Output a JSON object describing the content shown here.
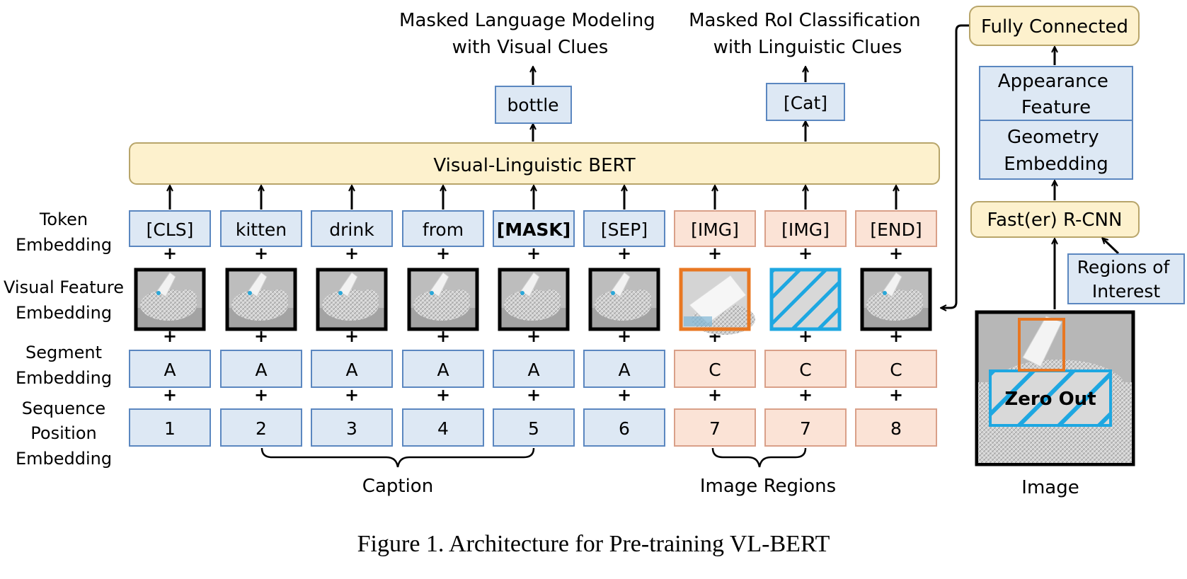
{
  "tokens": [
    "[CLS]",
    "kitten",
    "drink",
    "from",
    "[MASK]",
    "[SEP]",
    "[IMG]",
    "[IMG]",
    "[END]"
  ],
  "segments": [
    "A",
    "A",
    "A",
    "A",
    "A",
    "A",
    "C",
    "C",
    "C"
  ],
  "positions": [
    "1",
    "2",
    "3",
    "4",
    "5",
    "6",
    "7",
    "7",
    "8"
  ],
  "token_kinds": [
    "text",
    "text",
    "text",
    "text",
    "text",
    "text",
    "image",
    "image",
    "image"
  ],
  "visual_kinds": [
    "full",
    "full",
    "full",
    "full",
    "full",
    "full",
    "roi-orange",
    "roi-blue-hatched",
    "full"
  ],
  "plus_sign": "+",
  "row_labels": {
    "token": [
      "Token",
      "Embedding"
    ],
    "visual": [
      "Visual Feature",
      "Embedding"
    ],
    "segment": [
      "Segment",
      "Embedding"
    ],
    "sequence": [
      "Sequence",
      "Position",
      "Embedding"
    ]
  },
  "bert_label": "Visual-Linguistic BERT",
  "outputs": {
    "mlm_box": "bottle",
    "mlm_title": [
      "Masked Language Modeling",
      "with Visual Clues"
    ],
    "mrc_box": "[Cat]",
    "mrc_title": [
      "Masked RoI Classification",
      "with Linguistic Clues"
    ]
  },
  "groups": {
    "caption": "Caption",
    "image_regions": "Image Regions"
  },
  "right_stack": {
    "fully_connected": "Fully Connected",
    "appearance": [
      "Appearance",
      "Feature"
    ],
    "geometry": [
      "Geometry",
      "Embedding"
    ],
    "rcnn": "Fast(er) R-CNN",
    "rois": [
      "Regions of",
      "Interest"
    ],
    "zero_out": "Zero Out",
    "image_label": "Image"
  },
  "figure_caption": "Figure 1. Architecture for Pre-training VL-BERT",
  "colors": {
    "blue_fill": "#dde8f4",
    "blue_stroke": "#5b87c0",
    "peach_fill": "#fbe3d6",
    "peach_stroke": "#d9a089",
    "yellow_fill": "#fdf1cd",
    "yellow_stroke": "#b8a56a",
    "orange": "#e87722",
    "cyan": "#1ea7e1"
  }
}
